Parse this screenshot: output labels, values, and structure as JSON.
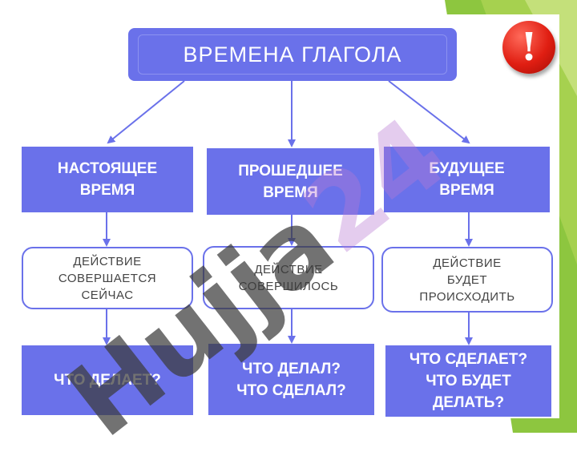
{
  "diagram": {
    "title": "ВРЕМЕНА ГЛАГОЛА",
    "columns": [
      {
        "tense": "НАСТОЯЩЕЕ\nВРЕМЯ",
        "description": "ДЕЙСТВИЕ\nСОВЕРШАЕТСЯ\nСЕЙЧАС",
        "question": "ЧТО ДЕЛАЕТ?"
      },
      {
        "tense": "ПРОШЕДШЕЕ\nВРЕМЯ",
        "description": "ДЕЙСТВИЕ\nСОВЕРШИЛОСЬ",
        "question": "ЧТО ДЕЛАЛ?\nЧТО СДЕЛАЛ?"
      },
      {
        "tense": "БУДУЩЕЕ\nВРЕМЯ",
        "description": "ДЕЙСТВИЕ\nБУДЕТ\nПРОИСХОДИТЬ",
        "question": "ЧТО СДЕЛАЕТ?\nЧТО БУДЕТ\nДЕЛАТЬ?"
      }
    ]
  },
  "alert": {
    "icon": "exclamation-icon",
    "glyph": "!"
  },
  "watermark": {
    "letters": "Hujja",
    "number": "24"
  },
  "colors": {
    "box_fill": "#6a71ea",
    "connector": "#6a71ea",
    "green_accent": "#8dc63f",
    "alert_red": "#e01e12"
  }
}
